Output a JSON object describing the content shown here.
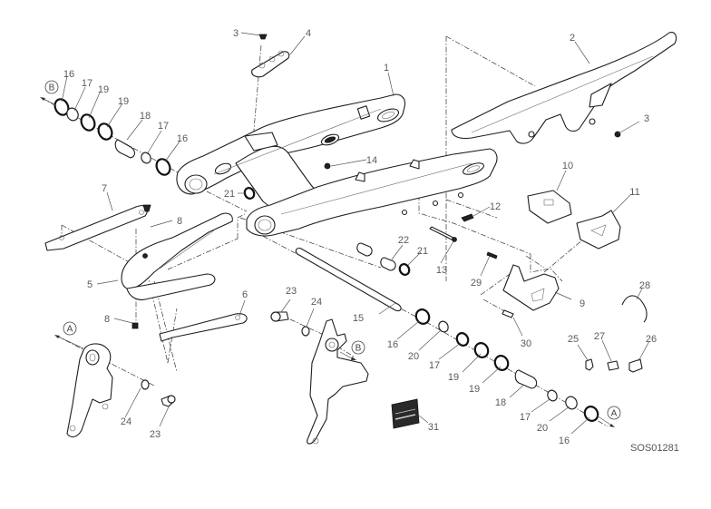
{
  "diagram": {
    "title": "Swingarm exploded view",
    "drawing_code": "SOS01281",
    "reference_markers": [
      {
        "id": "ref-b-left",
        "letter": "B"
      },
      {
        "id": "ref-a-left",
        "letter": "A"
      },
      {
        "id": "ref-b-center",
        "letter": "B"
      },
      {
        "id": "ref-a-right",
        "letter": "A"
      }
    ],
    "callouts": [
      {
        "label": "1",
        "part": "swingarm"
      },
      {
        "label": "2",
        "part": "chain-guard"
      },
      {
        "label": "3",
        "part": "screw-top"
      },
      {
        "label": "3",
        "part": "screw-chain-guard"
      },
      {
        "label": "4",
        "part": "cable-clip"
      },
      {
        "label": "5",
        "part": "chain-slider"
      },
      {
        "label": "6",
        "part": "lower-chain-guide"
      },
      {
        "label": "7",
        "part": "upper-chain-guide"
      },
      {
        "label": "8",
        "part": "screw-slider-top"
      },
      {
        "label": "8",
        "part": "screw-slider-bottom"
      },
      {
        "label": "9",
        "part": "chain-guide-plate"
      },
      {
        "label": "10",
        "part": "chain-guide-block"
      },
      {
        "label": "11",
        "part": "chain-guide-shoe"
      },
      {
        "label": "12",
        "part": "screw-guide"
      },
      {
        "label": "13",
        "part": "long-bolt"
      },
      {
        "label": "14",
        "part": "nut"
      },
      {
        "label": "15",
        "part": "pivot-shaft"
      },
      {
        "label": "16",
        "part": "seal-left-outer"
      },
      {
        "label": "17",
        "part": "bearing-left-1"
      },
      {
        "label": "19",
        "part": "bearing-left-2"
      },
      {
        "label": "19",
        "part": "bearing-left-3"
      },
      {
        "label": "18",
        "part": "spacer-left"
      },
      {
        "label": "17",
        "part": "bearing-left-4"
      },
      {
        "label": "16",
        "part": "seal-left-inner"
      },
      {
        "label": "21",
        "part": "washer-swingarm"
      },
      {
        "label": "22",
        "part": "bushing"
      },
      {
        "label": "21",
        "part": "washer-bushing"
      },
      {
        "label": "23",
        "part": "bolt-center-bracket"
      },
      {
        "label": "24",
        "part": "washer-center-bracket"
      },
      {
        "label": "16",
        "part": "seal-right-1"
      },
      {
        "label": "20",
        "part": "shim-right-1"
      },
      {
        "label": "17",
        "part": "bearing-right-1"
      },
      {
        "label": "19",
        "part": "bearing-right-2"
      },
      {
        "label": "19",
        "part": "bearing-right-3"
      },
      {
        "label": "18",
        "part": "spacer-right"
      },
      {
        "label": "17",
        "part": "bearing-right-4"
      },
      {
        "label": "20",
        "part": "shim-right-2"
      },
      {
        "label": "16",
        "part": "seal-right-2"
      },
      {
        "label": "24",
        "part": "washer-left-bracket"
      },
      {
        "label": "23",
        "part": "bolt-left-bracket"
      },
      {
        "label": "25",
        "part": "cable-clip-small"
      },
      {
        "label": "27",
        "part": "cable-clip-medium"
      },
      {
        "label": "26",
        "part": "cable-clip-large"
      },
      {
        "label": "28",
        "part": "cable-tie"
      },
      {
        "label": "29",
        "part": "screw-plate"
      },
      {
        "label": "30",
        "part": "stud"
      },
      {
        "label": "31",
        "part": "decal"
      }
    ]
  }
}
